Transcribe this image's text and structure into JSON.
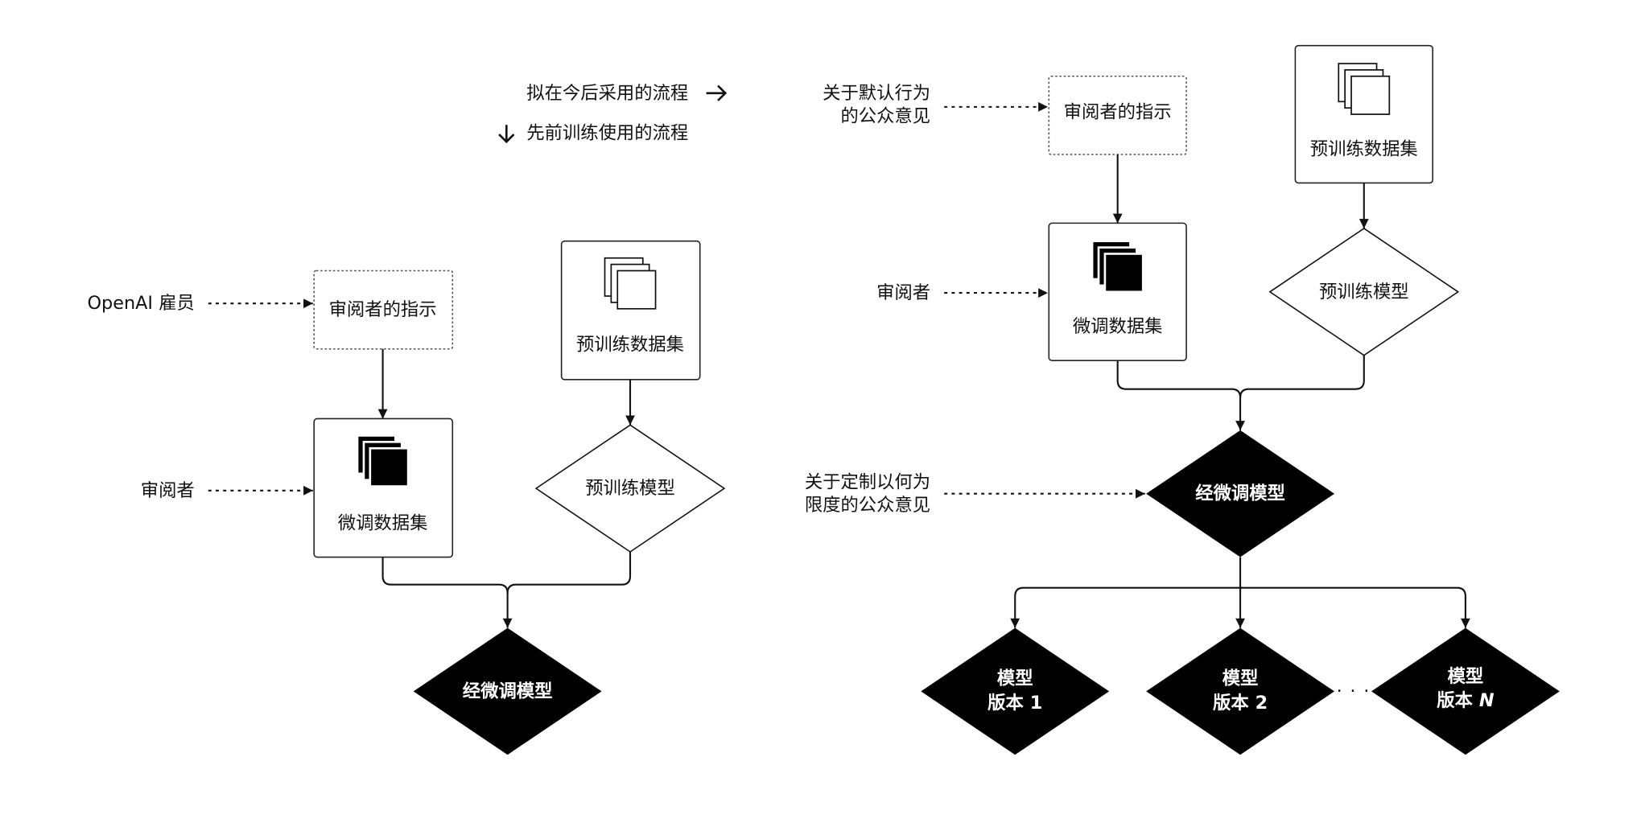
{
  "legend": {
    "future_process": "拟在今后采用的流程",
    "future_icon": "arrow-right-icon",
    "previous_process": "先前训练使用的流程",
    "previous_icon": "arrow-down-icon"
  },
  "previous_flow": {
    "employee_source": "OpenAI 雇员",
    "reviewer_source": "审阅者",
    "instructions": "审阅者的指示",
    "finetune_dataset": "微调数据集",
    "finetune_icon": "stacked-sheets-filled-icon",
    "pretrain_dataset": "预训练数据集",
    "pretrain_icon": "stacked-sheets-outline-icon",
    "pretrain_model": "预训练模型",
    "finetuned_model": "经微调模型"
  },
  "future_flow": {
    "default_behavior_input": [
      "关于默认行为",
      "的公众意见"
    ],
    "reviewer_source": "审阅者",
    "instructions": "审阅者的指示",
    "finetune_dataset": "微调数据集",
    "pretrain_dataset": "预训练数据集",
    "pretrain_model": "预训练模型",
    "customization_input": [
      "关于定制以何为",
      "限度的公众意见"
    ],
    "finetuned_model": "经微调模型",
    "model_versions": [
      {
        "title": "模型",
        "label": "版本",
        "number": "1"
      },
      {
        "title": "模型",
        "label": "版本",
        "number": "2"
      },
      {
        "title": "模型",
        "label": "版本",
        "number": "N"
      }
    ],
    "ellipsis": "· · ·"
  },
  "colors": {
    "ink": "#000000",
    "background": "#ffffff",
    "dashed_border": "#555555",
    "inverse_text": "#ffffff"
  }
}
